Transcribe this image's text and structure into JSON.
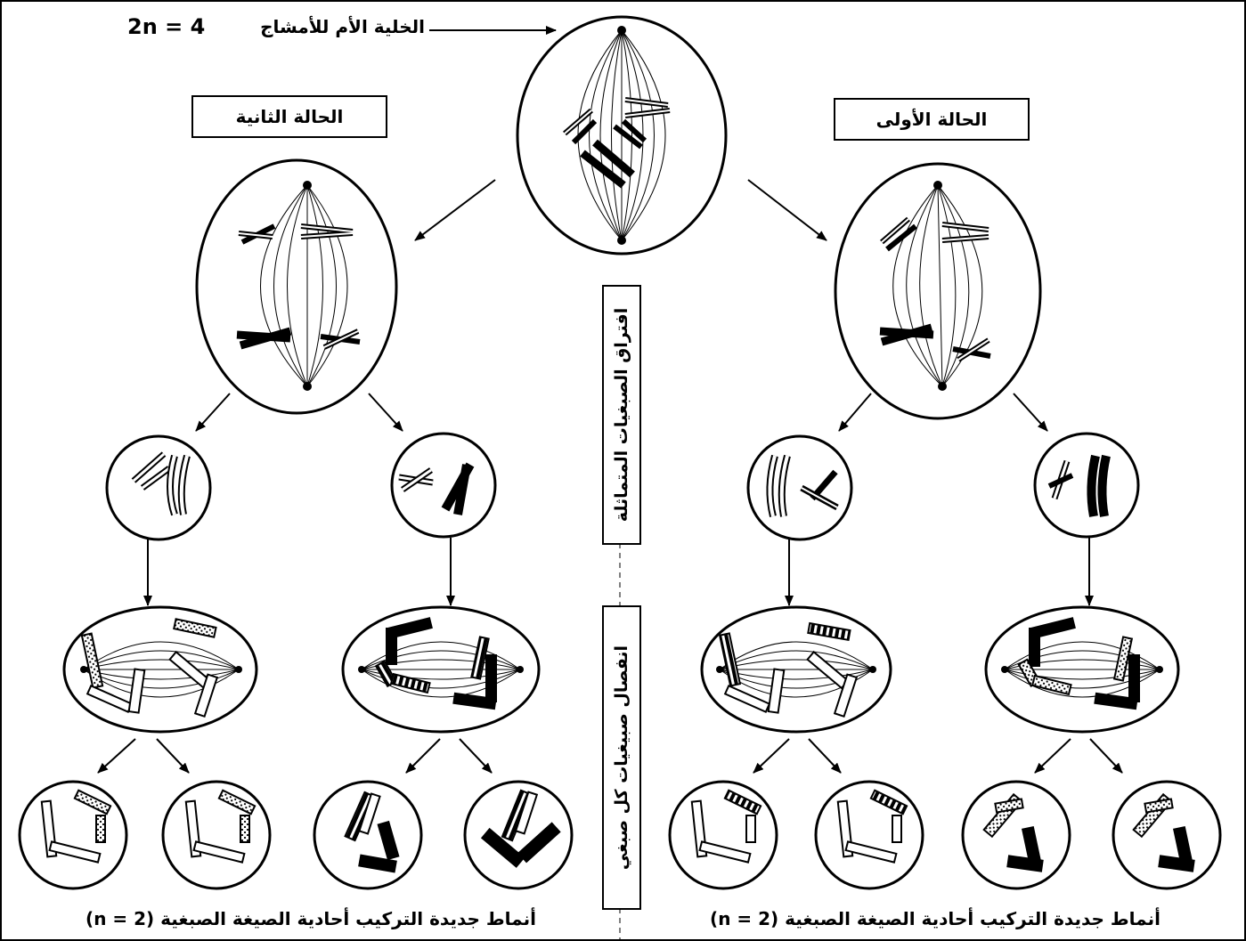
{
  "mother_cell_label": "الخلية الأم للأمشاج",
  "ploidy_label": "2n = 4",
  "case_first": "الحالة الأولى",
  "case_second": "الحالة الثانية",
  "homologous_separation": "افتراق الصبغيات المتماثلة",
  "chromatid_separation": "انفصال صبيغيات كل صبغي",
  "result_right": "أنماط جديدة التركيب أحادية الصيغة الصبغية (n = 2)",
  "result_left": "أنماط جديدة التركيب أحادية الصيغة الصبغية (n = 2)"
}
